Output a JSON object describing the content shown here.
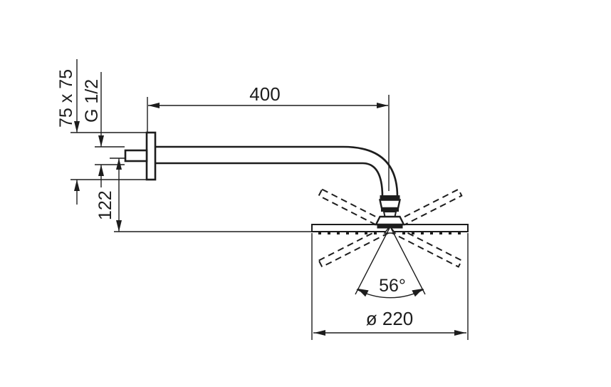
{
  "colors": {
    "line": "#1d1d1d",
    "background": "#ffffff"
  },
  "labels": {
    "wall_plate_size": "75 x 75",
    "thread_size": "G 1/2",
    "arm_length": "400",
    "height_offset": "122",
    "spray_angle": "56°",
    "head_diameter": "ø 220"
  }
}
